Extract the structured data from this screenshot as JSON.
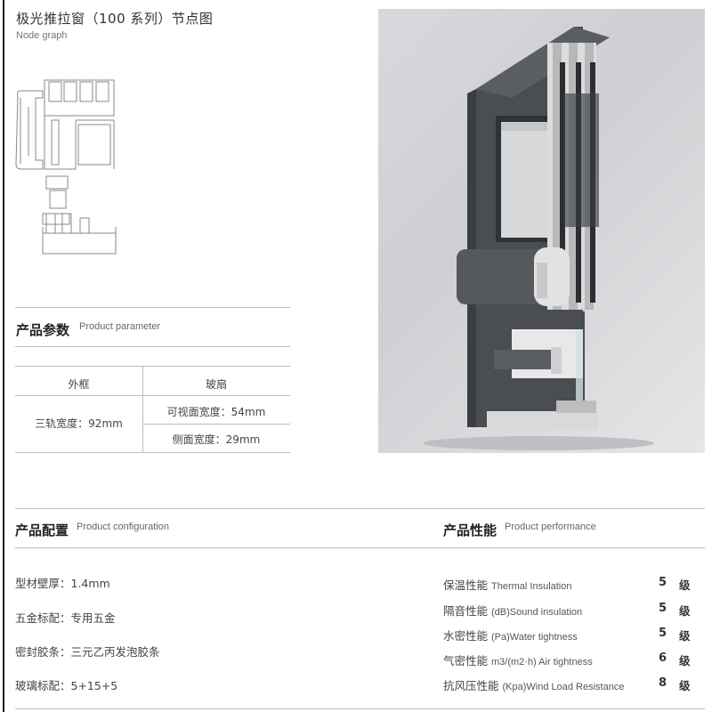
{
  "header": {
    "title": "极光推拉窗（100 系列）节点图",
    "subtitle": "Node graph"
  },
  "parameter": {
    "title": "产品参数",
    "subtitle": "Product parameter",
    "col_frame": "外框",
    "col_sash": "玻扇",
    "frame_value": "三轨宽度：92mm",
    "sash_visible": "可视面宽度：54mm",
    "sash_side": "侧面宽度：29mm"
  },
  "configuration": {
    "title": "产品配置",
    "subtitle": "Product configuration",
    "items": [
      "型材壁厚：1.4mm",
      "五金标配：专用五金",
      "密封胶条：三元乙丙发泡胶条",
      "玻璃标配：5+15+5"
    ]
  },
  "performance": {
    "title": "产品性能",
    "subtitle": "Product performance",
    "unit": "级",
    "items": [
      {
        "cn": "保温性能",
        "en": "Thermal Insulation",
        "value": "5"
      },
      {
        "cn": "隔音性能",
        "en": "(dB)Sound insulation",
        "value": "5"
      },
      {
        "cn": "水密性能",
        "en": "(Pa)Water tightness",
        "value": "5"
      },
      {
        "cn": "气密性能",
        "en": "m3/(m2·h)  Air tightness",
        "value": "6"
      },
      {
        "cn": "抗风压性能",
        "en": "(Kpa)Wind Load Resistance",
        "value": "8"
      }
    ]
  },
  "colors": {
    "profile_dark": "#4a4d52",
    "profile_light": "#e8e8e8",
    "rule": "#bdbdbd"
  }
}
